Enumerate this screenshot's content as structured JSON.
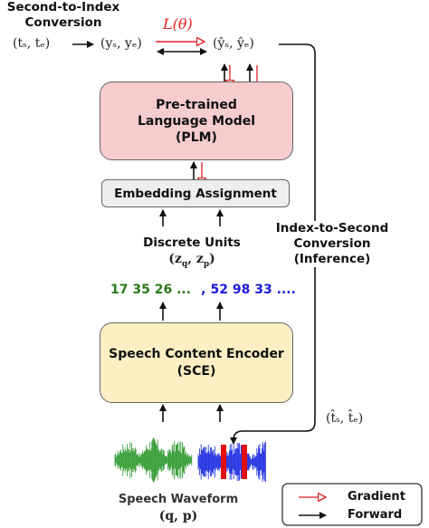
{
  "top": {
    "title_line1": "Second-to-Index",
    "title_line2": "Conversion",
    "time_pair": "(tₛ, tₑ)",
    "index_pair": "(yₛ, yₑ)",
    "pred_pair": "(ŷₛ, ŷₑ)",
    "loss": "L(θ)"
  },
  "plm": {
    "line1": "Pre-trained",
    "line2": "Language Model",
    "line3": "(PLM)"
  },
  "embedding": {
    "label": "Embedding Assignment"
  },
  "discrete": {
    "title": "Discrete Units",
    "math": "(z_q, z_p)",
    "green": "17 35 26 ...",
    "sep": ",",
    "blue": "52 98 33 ...."
  },
  "sce": {
    "line1": "Speech Content Encoder",
    "line2": "(SCE)"
  },
  "inference": {
    "line1": "Index-to-Second",
    "line2": "Conversion",
    "line3": "(Inference)",
    "output_pair": "(t̂ₛ, t̂ₑ)"
  },
  "waveform": {
    "label": "Speech Waveform",
    "math": "(q, p)"
  },
  "legend": {
    "gradient": "Gradient",
    "forward": "Forward"
  },
  "colors": {
    "plm_fill": "#f6cccc",
    "sce_fill": "#fdeec4",
    "embed_fill": "#eeeeee",
    "green_units": "#2a7a1a",
    "blue_units": "#1a1adc",
    "gradient_arrow": "#e02020",
    "wave_green": "#2f9a2f",
    "wave_blue": "#1a2ae0",
    "wave_red": "#e01010"
  }
}
